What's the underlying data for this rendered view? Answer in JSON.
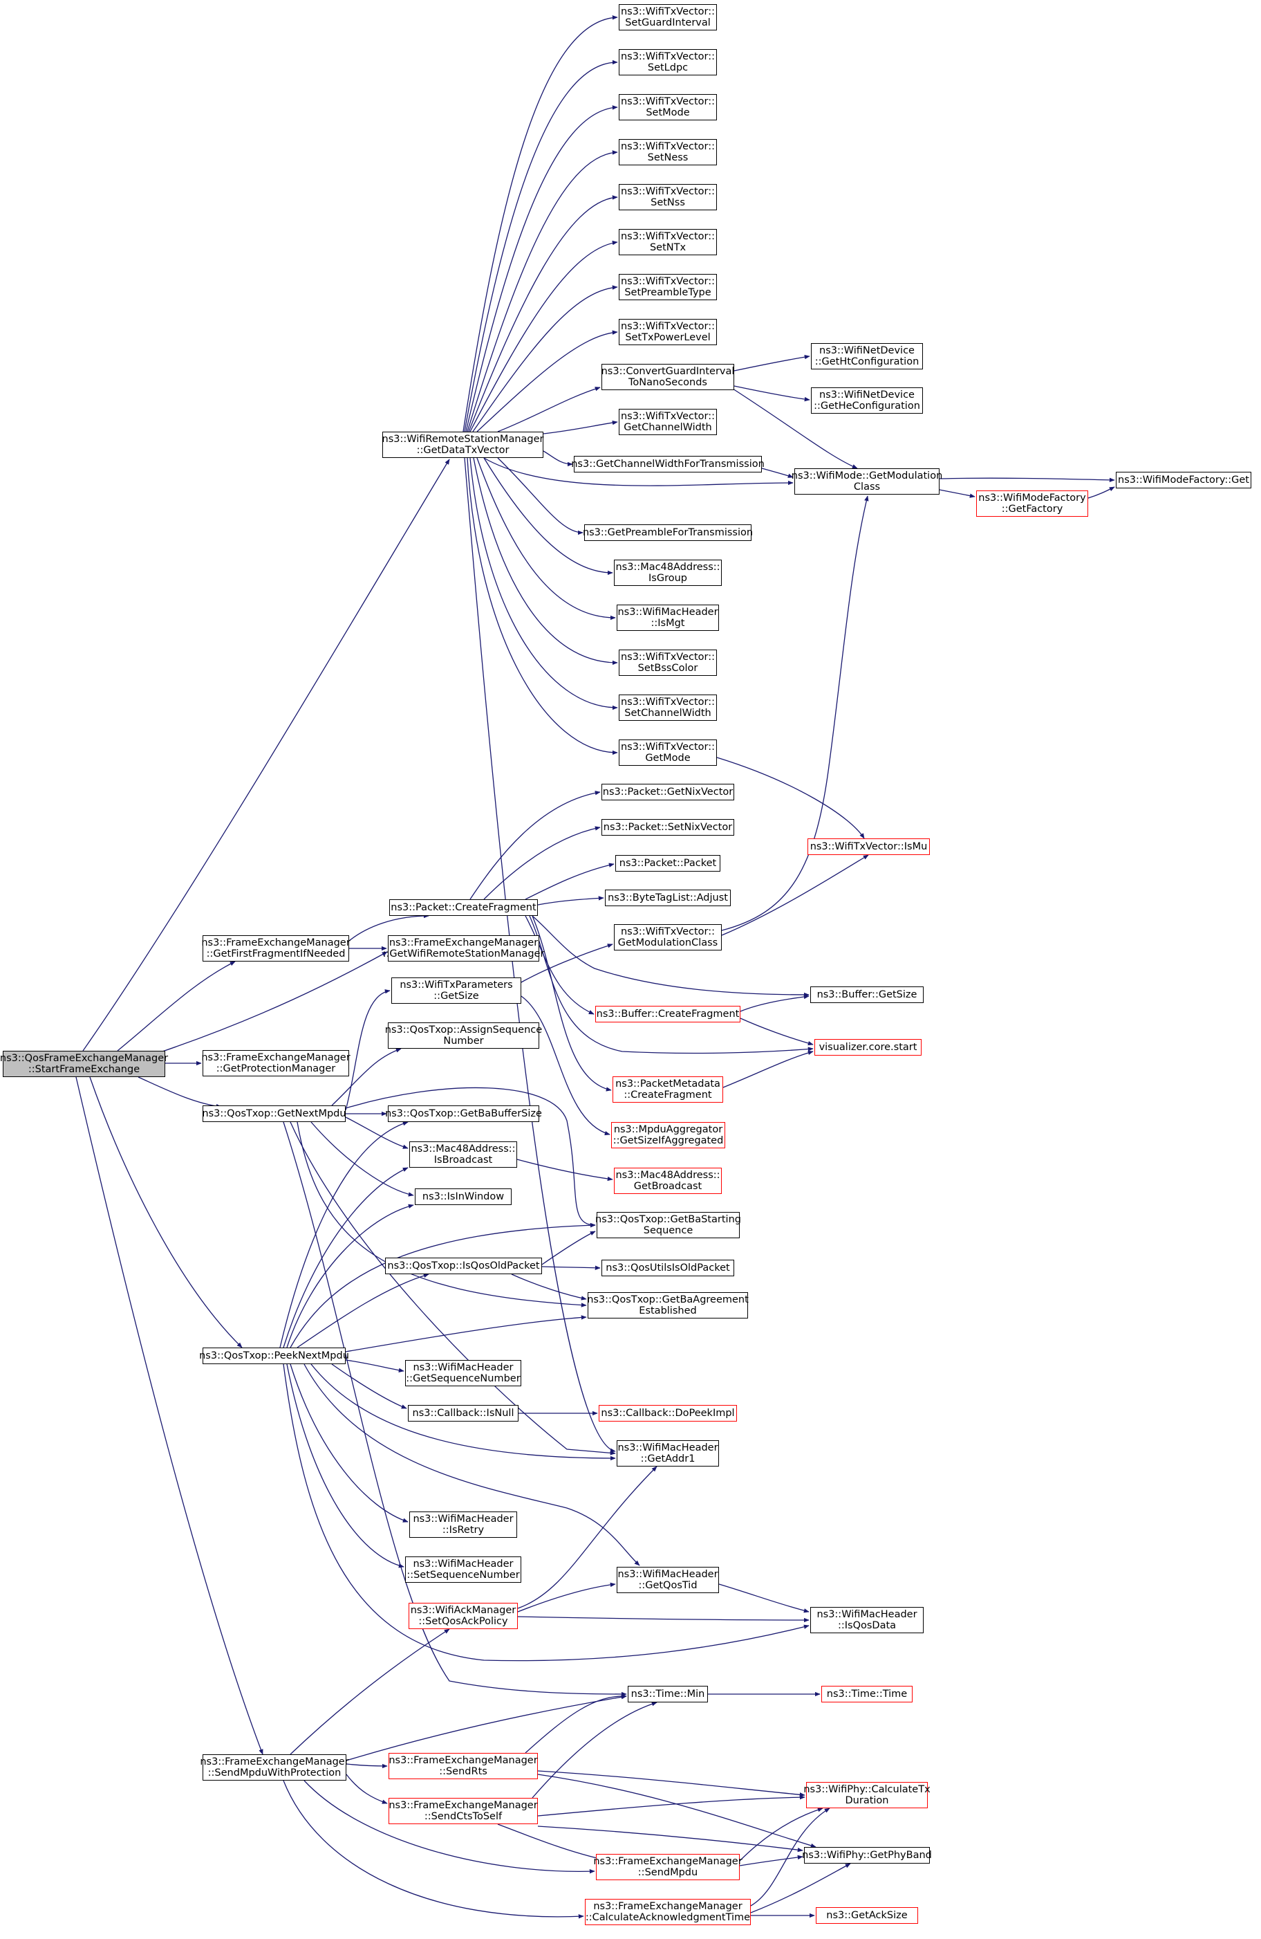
{
  "colors": {
    "edge": "#191970",
    "border": "#000000",
    "border_incomplete": "#ff0000",
    "root_fill": "#bfbfbf"
  },
  "nodes": {
    "root": "ns3::QosFrameExchangeManager\n::StartFrameExchange",
    "getDataTxVector": "ns3::WifiRemoteStationManager\n::GetDataTxVector",
    "setGuardInterval": "ns3::WifiTxVector::\nSetGuardInterval",
    "setLdpc": "ns3::WifiTxVector::\nSetLdpc",
    "setMode": "ns3::WifiTxVector::\nSetMode",
    "setNess": "ns3::WifiTxVector::\nSetNess",
    "setNss": "ns3::WifiTxVector::\nSetNss",
    "setNTx": "ns3::WifiTxVector::\nSetNTx",
    "setPreambleType": "ns3::WifiTxVector::\nSetPreambleType",
    "setTxPowerLevel": "ns3::WifiTxVector::\nSetTxPowerLevel",
    "convertGuardInterval": "ns3::ConvertGuardInterval\nToNanoSeconds",
    "getHtConfiguration": "ns3::WifiNetDevice\n::GetHtConfiguration",
    "getHeConfiguration": "ns3::WifiNetDevice\n::GetHeConfiguration",
    "getChannelWidth": "ns3::WifiTxVector::\nGetChannelWidth",
    "getChannelWidthForTx": "ns3::GetChannelWidthForTransmission",
    "getModulationClassMode": "ns3::WifiMode::GetModulation\nClass",
    "wifiModeFactoryGet": "ns3::WifiModeFactory::Get",
    "getFactory": "ns3::WifiModeFactory\n::GetFactory",
    "getPreambleForTx": "ns3::GetPreambleForTransmission",
    "isGroup": "ns3::Mac48Address::\nIsGroup",
    "isMgt": "ns3::WifiMacHeader\n::IsMgt",
    "setBssColor": "ns3::WifiTxVector::\nSetBssColor",
    "setChannelWidth": "ns3::WifiTxVector::\nSetChannelWidth",
    "getMode": "ns3::WifiTxVector::\nGetMode",
    "getNixVector": "ns3::Packet::GetNixVector",
    "setNixVector": "ns3::Packet::SetNixVector",
    "packetPacket": "ns3::Packet::Packet",
    "byteTagAdjust": "ns3::ByteTagList::Adjust",
    "isMu": "ns3::WifiTxVector::IsMu",
    "createFragment": "ns3::Packet::CreateFragment",
    "getModulationClassTx": "ns3::WifiTxVector::\nGetModulationClass",
    "getFirstFragment": "ns3::FrameExchangeManager\n::GetFirstFragmentIfNeeded",
    "getWifiRemoteStationManager": "ns3::FrameExchangeManager\n::GetWifiRemoteStationManager",
    "bufferGetSize": "ns3::Buffer::GetSize",
    "bufferCreateFragment": "ns3::Buffer::CreateFragment",
    "txParamsGetSize": "ns3::WifiTxParameters\n::GetSize",
    "visualizerStart": "visualizer.core.start",
    "assignSequenceNumber": "ns3::QosTxop::AssignSequence\nNumber",
    "getProtectionManager": "ns3::FrameExchangeManager\n::GetProtectionManager",
    "packetMetadataCreateFragment": "ns3::PacketMetadata\n::CreateFragment",
    "getNextMpdu": "ns3::QosTxop::GetNextMpdu",
    "getBaBufferSize": "ns3::QosTxop::GetBaBufferSize",
    "getSizeIfAggregated": "ns3::MpduAggregator\n::GetSizeIfAggregated",
    "isBroadcast": "ns3::Mac48Address::\nIsBroadcast",
    "getBroadcast": "ns3::Mac48Address::\nGetBroadcast",
    "isInWindow": "ns3::IsInWindow",
    "getBaStartingSequence": "ns3::QosTxop::GetBaStarting\nSequence",
    "isQosOldPacket": "ns3::QosTxop::IsQosOldPacket",
    "qosUtilsIsOldPacket": "ns3::QosUtilsIsOldPacket",
    "getBaAgreementEstablished": "ns3::QosTxop::GetBaAgreement\nEstablished",
    "peekNextMpdu": "ns3::QosTxop::PeekNextMpdu",
    "getSequenceNumber": "ns3::WifiMacHeader\n::GetSequenceNumber",
    "callbackIsNull": "ns3::Callback::IsNull",
    "callbackDoPeekImpl": "ns3::Callback::DoPeekImpl",
    "getAddr1": "ns3::WifiMacHeader\n::GetAddr1",
    "isRetry": "ns3::WifiMacHeader\n::IsRetry",
    "setSequenceNumber": "ns3::WifiMacHeader\n::SetSequenceNumber",
    "getQosTid": "ns3::WifiMacHeader\n::GetQosTid",
    "setQosAckPolicy": "ns3::WifiAckManager\n::SetQosAckPolicy",
    "isQosData": "ns3::WifiMacHeader\n::IsQosData",
    "timeMin": "ns3::Time::Min",
    "timeTime": "ns3::Time::Time",
    "sendMpduWithProtection": "ns3::FrameExchangeManager\n::SendMpduWithProtection",
    "sendRts": "ns3::FrameExchangeManager\n::SendRts",
    "calculateTxDuration": "ns3::WifiPhy::CalculateTx\nDuration",
    "sendCtsToSelf": "ns3::FrameExchangeManager\n::SendCtsToSelf",
    "getPhyBand": "ns3::WifiPhy::GetPhyBand",
    "sendMpdu": "ns3::FrameExchangeManager\n::SendMpdu",
    "calculateAckTime": "ns3::FrameExchangeManager\n::CalculateAcknowledgmentTime",
    "getAckSize": "ns3::GetAckSize"
  }
}
